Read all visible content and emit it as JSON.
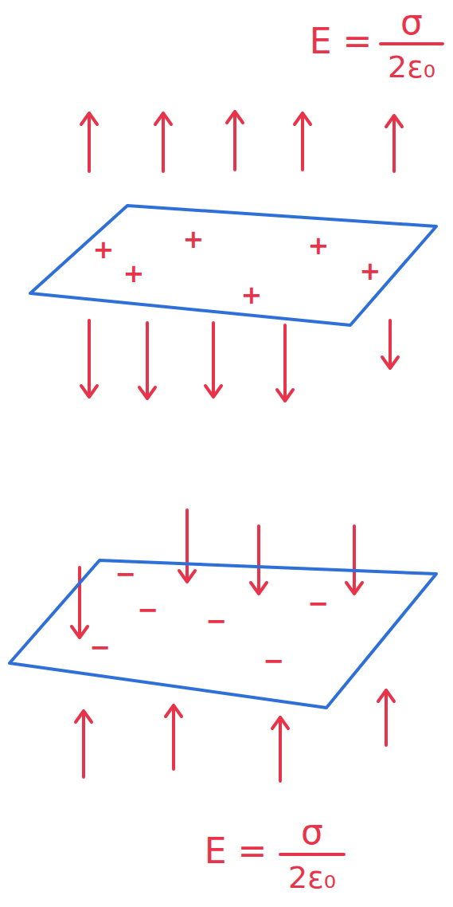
{
  "diagram": {
    "nodes": [
      {
        "text": [
          "+",
          "+",
          "+",
          "+",
          "+",
          "+"
        ]
      },
      {
        "text": [
          "−",
          "−",
          "−",
          "−",
          "−",
          "−"
        ]
      }
    ],
    "labels": [
      "E =",
      "σ",
      "2ε₀",
      "E =",
      "σ",
      "2ε₀"
    ]
  }
}
